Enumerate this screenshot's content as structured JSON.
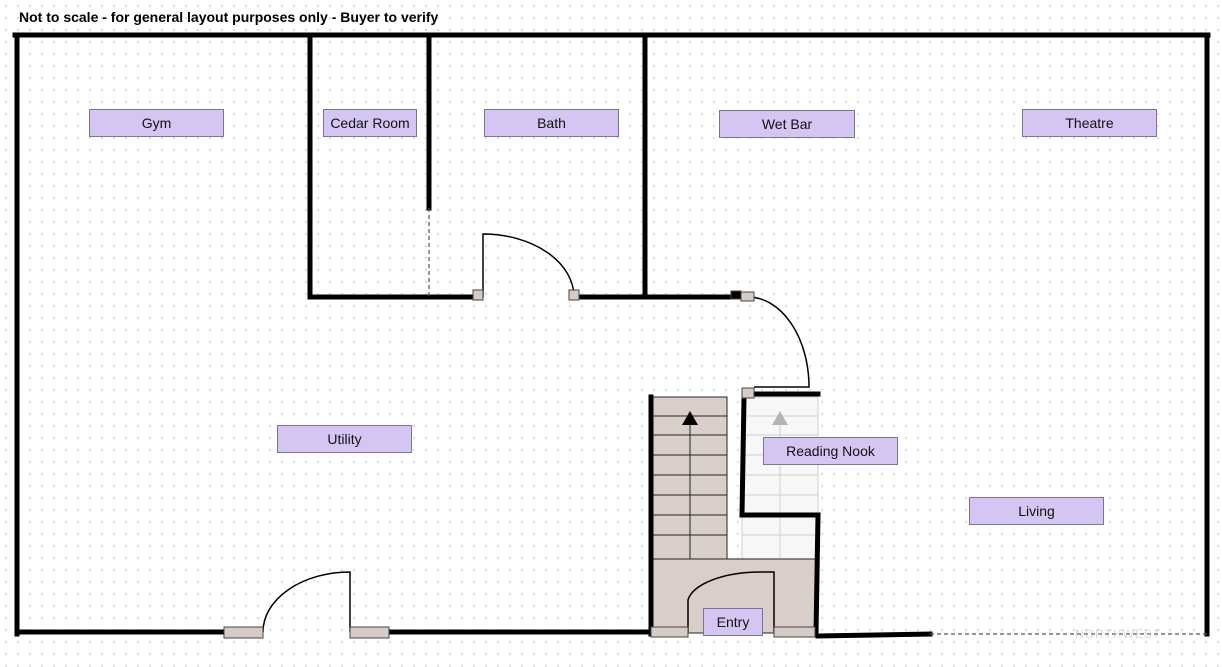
{
  "disclaimer": "Not to scale - for general layout purposes only - Buyer to verify",
  "watermark": "NORTHWEST",
  "colors": {
    "wall": "#000000",
    "label_fill": "#d4c5f2",
    "label_border": "#7d7396",
    "stair_fill": "#d9cec9",
    "door_jamb": "#d6ccc6",
    "background_dots": "#dcdcdc"
  },
  "rooms": [
    {
      "key": "gym",
      "label": "Gym"
    },
    {
      "key": "cedar",
      "label": "Cedar Room"
    },
    {
      "key": "bath",
      "label": "Bath"
    },
    {
      "key": "wetbar",
      "label": "Wet Bar"
    },
    {
      "key": "theatre",
      "label": "Theatre"
    },
    {
      "key": "utility",
      "label": "Utility"
    },
    {
      "key": "reading",
      "label": "Reading Nook"
    },
    {
      "key": "living",
      "label": "Living"
    },
    {
      "key": "entry",
      "label": "Entry"
    }
  ],
  "icons": [
    "stair-up-arrow-icon",
    "door-swing-icon"
  ]
}
